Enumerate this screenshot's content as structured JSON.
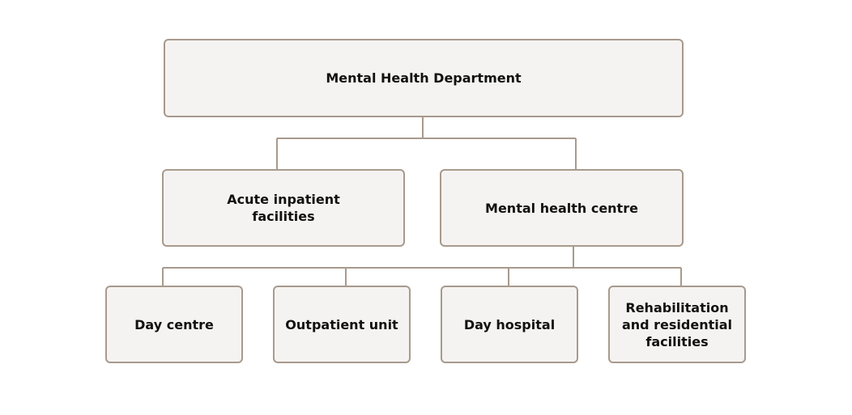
{
  "diagram": {
    "colors": {
      "node_fill": "#f5f3f1",
      "node_border": "#a89a8d",
      "connector": "#a89a8d",
      "text": "#111111"
    },
    "root": {
      "label": "Mental Health Department"
    },
    "level2": [
      {
        "label": "Acute inpatient facilities"
      },
      {
        "label": "Mental health centre"
      }
    ],
    "level3": [
      {
        "label": "Day centre"
      },
      {
        "label": "Outpatient unit"
      },
      {
        "label": "Day hospital"
      },
      {
        "label": "Rehabilitation and residential facilities"
      }
    ]
  }
}
